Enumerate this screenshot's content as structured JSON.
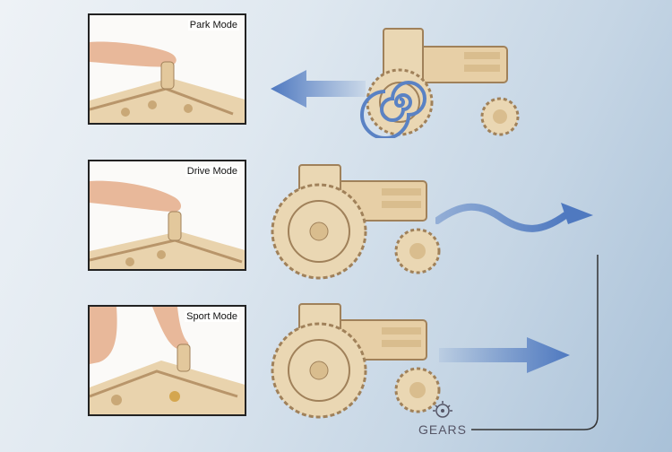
{
  "modes": [
    {
      "label": "Park Mode"
    },
    {
      "label": "Drive Mode"
    },
    {
      "label": "Sport Mode"
    }
  ],
  "logo": {
    "text": "GEARS"
  },
  "colors": {
    "arrow": "#5a82c4",
    "wood": "#e7cfa6",
    "wood_dark": "#a0815a",
    "frame": "#222222"
  }
}
